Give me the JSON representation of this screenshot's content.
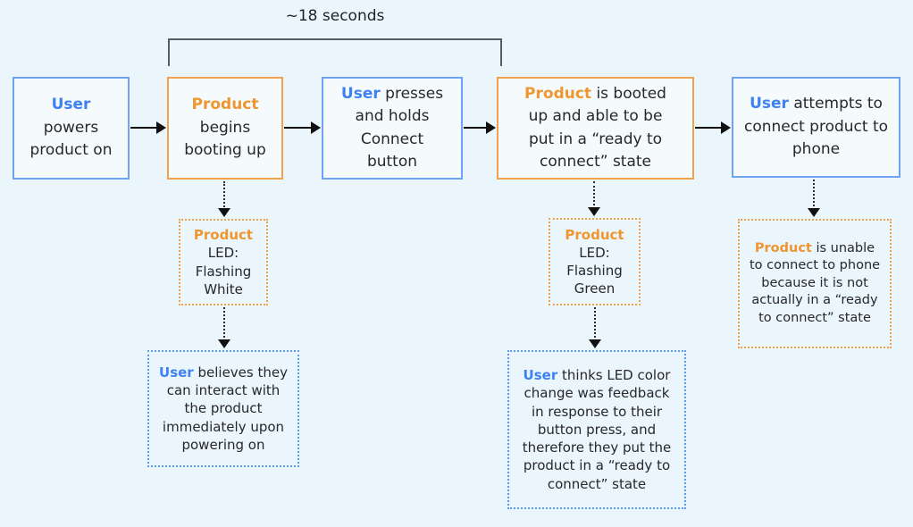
{
  "timeline": {
    "bracket_label": "~18 seconds"
  },
  "colors": {
    "background": "#ebf5fc",
    "user_accent": "#3e82f1",
    "product_accent": "#ee9630",
    "blue_border": "#6fa3f2",
    "orange_border": "#f0a14c"
  },
  "steps": {
    "s1": {
      "actor": "User",
      "text": "powers product on"
    },
    "s2": {
      "actor": "Product",
      "text": "begins booting up"
    },
    "s3": {
      "actor": "User",
      "text": "presses and holds Connect button"
    },
    "s4": {
      "actor": "Product",
      "text": "is booted up and able to be put in a “ready to connect” state"
    },
    "s5": {
      "actor": "User",
      "text": "attempts to connect product to phone"
    }
  },
  "feedback": {
    "led_white": {
      "actor": "Product",
      "text": "LED: Flashing White"
    },
    "led_green": {
      "actor": "Product",
      "text": "LED: Flashing Green"
    },
    "connect_fail": {
      "actor": "Product",
      "text": "is unable to connect to phone because it is not actually in a “ready to connect” state"
    }
  },
  "beliefs": {
    "belief_interact": {
      "actor": "User",
      "text": "believes they can interact with the product immediately upon powering on"
    },
    "belief_feedback": {
      "actor": "User",
      "text": "thinks LED color change was feedback in response to their button press, and therefore they put the product in a “ready to connect” state"
    }
  }
}
